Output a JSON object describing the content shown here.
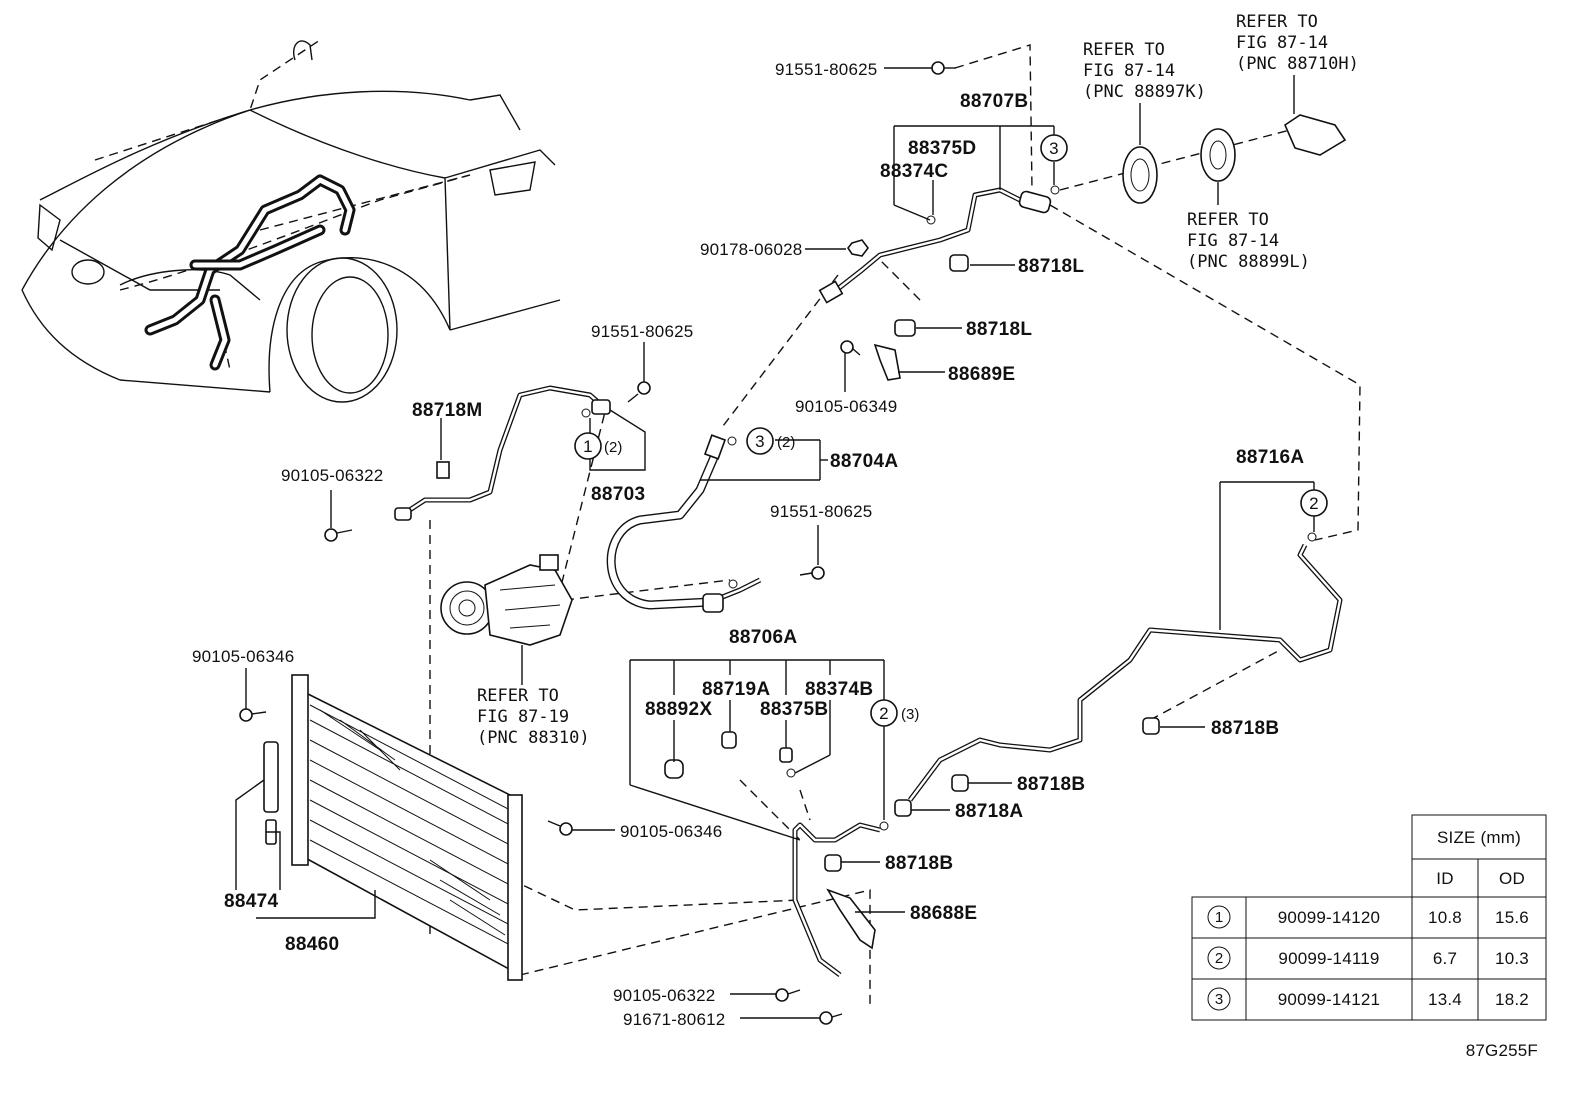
{
  "diagram_code": "87G255F",
  "part_labels": {
    "p91551_top": "91551-80625",
    "p88707B": "88707B",
    "p88375D": "88375D",
    "p88374C": "88374C",
    "p90178": "90178-06028",
    "p88718L_a": "88718L",
    "p88718L_b": "88718L",
    "p88689E": "88689E",
    "p90105_06349": "90105-06349",
    "p91551_mid": "91551-80625",
    "p88718M": "88718M",
    "p90105_06322_left": "90105-06322",
    "p88703": "88703",
    "p88704A": "88704A",
    "p91551_right": "91551-80625",
    "p88716A": "88716A",
    "p88706A": "88706A",
    "p88719A": "88719A",
    "p88374B": "88374B",
    "p88892X": "88892X",
    "p88375B": "88375B",
    "p90105_06346_left": "90105-06346",
    "p88718B_right": "88718B",
    "p88718B_mid": "88718B",
    "p88718A": "88718A",
    "p90105_06346_mid": "90105-06346",
    "p88718B_low": "88718B",
    "p88688E": "88688E",
    "p88474": "88474",
    "p88460": "88460",
    "p90105_06322_bottom": "90105-06322",
    "p91671": "91671-80612"
  },
  "refer_notes": {
    "ref_88897K": [
      "REFER TO",
      "FIG 87-14",
      "(PNC 88897K)"
    ],
    "ref_88710H": [
      "REFER TO",
      "FIG 87-14",
      "(PNC 88710H)"
    ],
    "ref_88899L": [
      "REFER TO",
      "FIG 87-14",
      "(PNC 88899L)"
    ],
    "ref_88310": [
      "REFER TO",
      "FIG 87-19",
      "(PNC 88310)"
    ]
  },
  "callouts": {
    "c1": "1",
    "c2": "2",
    "c3": "3",
    "qty_88703": "(2)",
    "qty_88704A": "(2)",
    "qty_88706A": "(3)"
  },
  "size_table": {
    "header_group": "SIZE (mm)",
    "col_id": "ID",
    "col_od": "OD",
    "rows": [
      {
        "num": "1",
        "part": "90099-14120",
        "id": "10.8",
        "od": "15.6"
      },
      {
        "num": "2",
        "part": "90099-14119",
        "id": "6.7",
        "od": "10.3"
      },
      {
        "num": "3",
        "part": "90099-14121",
        "id": "13.4",
        "od": "18.2"
      }
    ]
  }
}
